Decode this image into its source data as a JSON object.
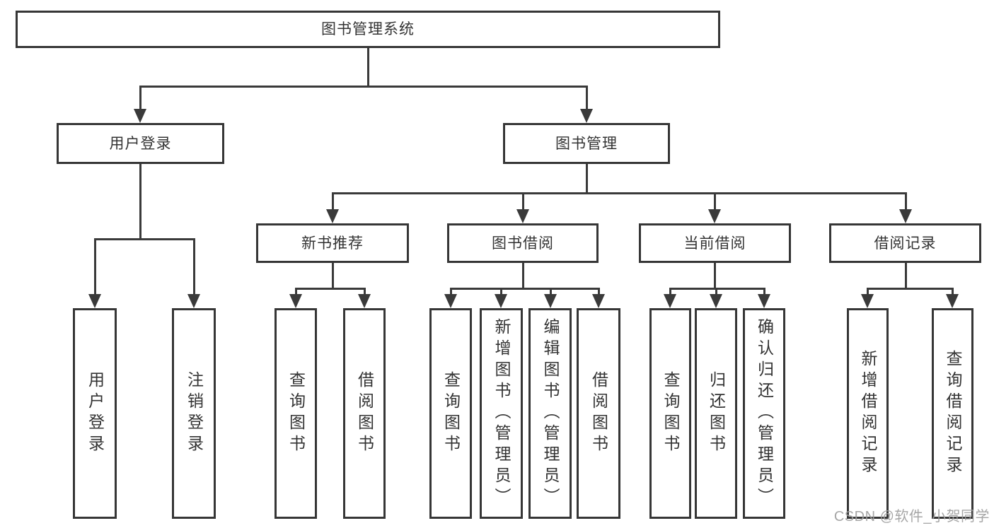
{
  "colors": {
    "background": "#ffffff",
    "box_border": "#363636",
    "line": "#3a3a3a",
    "text": "#333333",
    "watermark": "#9f9f9f"
  },
  "watermark": {
    "text": "CSDN @软件_小贺同学"
  },
  "diagram": {
    "root": {
      "label": "图书管理系统"
    },
    "branches": [
      {
        "label": "用户登录",
        "children": [
          {
            "label": "用户登录"
          },
          {
            "label": "注销登录"
          }
        ]
      },
      {
        "label": "图书管理",
        "children": [
          {
            "label": "新书推荐",
            "children": [
              {
                "label": "查询图书"
              },
              {
                "label": "借阅图书"
              }
            ]
          },
          {
            "label": "图书借阅",
            "children": [
              {
                "label": "查询图书"
              },
              {
                "label": "新增图书（管理员）"
              },
              {
                "label": "编辑图书（管理员）"
              },
              {
                "label": "借阅图书"
              }
            ]
          },
          {
            "label": "当前借阅",
            "children": [
              {
                "label": "查询图书"
              },
              {
                "label": "归还图书"
              },
              {
                "label": "确认归还（管理员）"
              }
            ]
          },
          {
            "label": "借阅记录",
            "children": [
              {
                "label": "新增借阅记录"
              },
              {
                "label": "查询借阅记录"
              }
            ]
          }
        ]
      }
    ]
  }
}
